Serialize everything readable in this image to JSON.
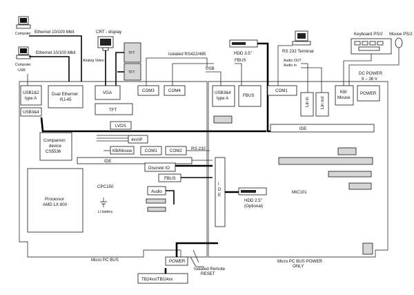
{
  "labels": {
    "ethernet_top": "Ethernet 10/100 Mbit",
    "ethernet_bottom": "Ethernet 10/100 Mbit",
    "computer_1": "Computer",
    "computer_2": "Computer",
    "usb_left": "USB",
    "crt": "CRT - display",
    "analog_video": "Analog Video",
    "tft_top": "TFT",
    "tft_mid": "TFT",
    "isolated_rs": "Isolated RS422/485",
    "hdd35": "HDD 3.5\"",
    "fbus_top": "FBUS",
    "usb_mid": "USB",
    "rs232_terminal": "RS 232 Terminal",
    "audio_out": "Audio OUT",
    "audio_in": "Audio in",
    "keyboard": "Keyboard PS/2",
    "mouse": "Mouse PS/2",
    "dc_power": "DC POWER",
    "dc_range": "9 – 36 V"
  },
  "cpc": {
    "usb12": [
      "USB1&2",
      "type A"
    ],
    "dual_eth": [
      "Dual Ethernet",
      "RJ-45"
    ],
    "vga": "VGA",
    "com3": "COM3",
    "com4": "COM4",
    "usb34": "USB3&4",
    "tft": "TFT",
    "lvds": "LVDS",
    "fourxvip": "4xVIP",
    "companion": [
      "Companion",
      "device",
      "CS5536"
    ],
    "kbmouse": "KB/Mouse",
    "com1": "COM1",
    "com2": "COM2",
    "rs232": "RS-232",
    "ide": "IDE",
    "discrete_io": "Discrete IO",
    "fbus": "FBUS",
    "audio": "Audio",
    "processor": [
      "Processor",
      "AMD LX 800"
    ],
    "board_name": "CPC150",
    "battery": "Li battery",
    "power": "POWER",
    "reset": [
      "Isolated Remote",
      "RESET"
    ],
    "tb": "TB24xx/TBI24xx",
    "bus": "Micro PC BUS"
  },
  "mic": {
    "usb34": [
      "USB3&4",
      "type A"
    ],
    "fbus": "FBUS",
    "com1": "COM1",
    "lin_in": "Lin in",
    "lin_out": "Lin out",
    "kb_mouse": [
      "KB/",
      "Mouse"
    ],
    "power": "POWER",
    "ide": "IDE",
    "ide_vertical": "IDE",
    "hdd25": [
      "HDD 2.5\"",
      "(Optional)"
    ],
    "board_name": "MIC101",
    "bus": [
      "Micro PC BUS POWER",
      "ONLY"
    ]
  }
}
